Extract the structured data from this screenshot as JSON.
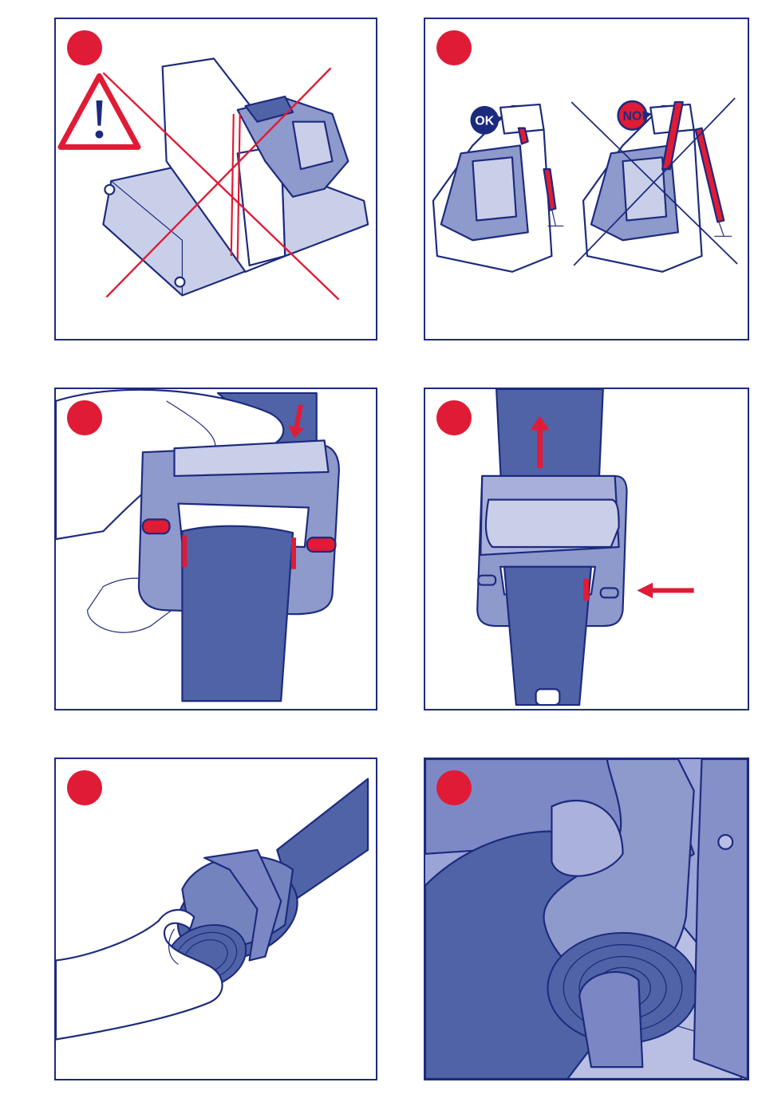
{
  "badges": {
    "ok": "OK",
    "no": "NO"
  },
  "colors": {
    "navy": "#1c2a7e",
    "belt_blue": "#5063a6",
    "shell_grey": "#8e99cc",
    "accent_red": "#e01b36"
  },
  "panels": [
    {
      "step_marker": "red-circle",
      "icons": [
        "warning-triangle-icon",
        "prohibited-cross-icon"
      ]
    },
    {
      "step_marker": "red-circle",
      "icons": [
        "ok-badge",
        "no-badge",
        "prohibited-cross-icon"
      ]
    },
    {
      "step_marker": "red-circle",
      "icons": [
        "down-arrow-icon"
      ]
    },
    {
      "step_marker": "red-circle",
      "icons": [
        "up-arrow-icon",
        "left-arrow-icon"
      ]
    },
    {
      "step_marker": "red-circle",
      "icons": []
    },
    {
      "step_marker": "red-circle",
      "icons": []
    }
  ]
}
